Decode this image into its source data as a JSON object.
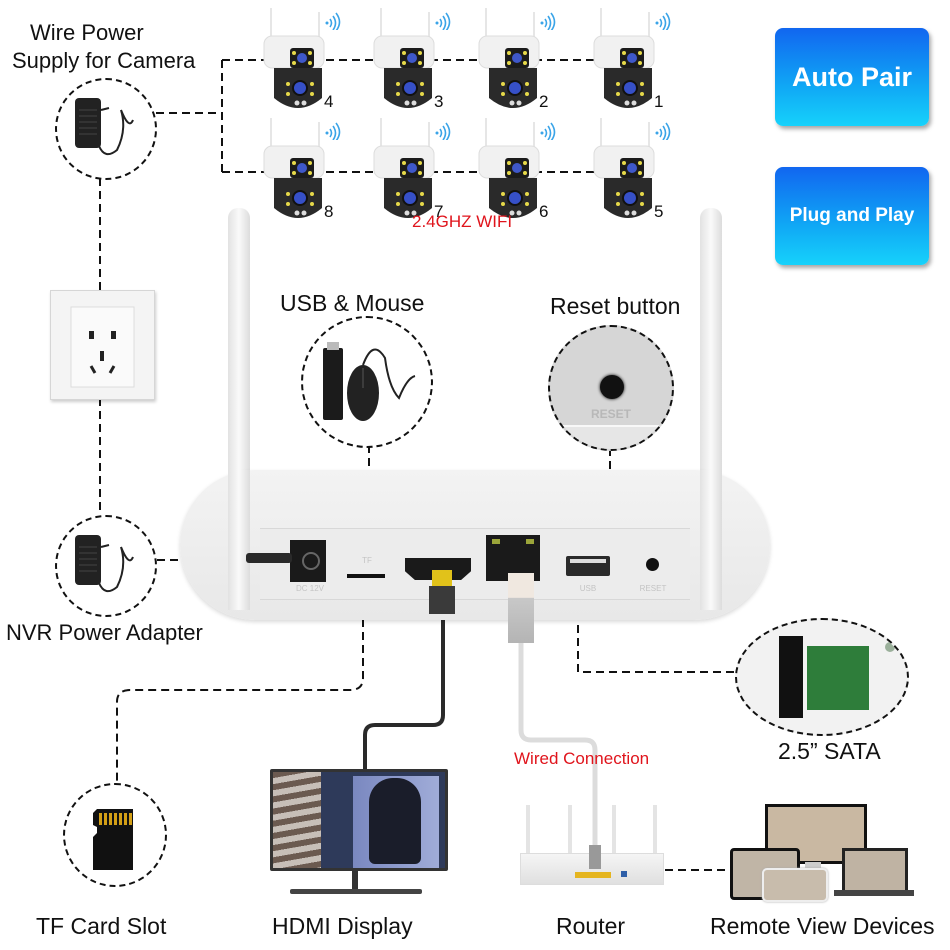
{
  "labels": {
    "wire_power_line1": "Wire Power",
    "wire_power_line2": "Supply for Camera",
    "wifi": "2.4GHZ WIFI",
    "usb_mouse": "USB & Mouse",
    "reset_button": "Reset button",
    "nvr_power_adapter": "NVR Power Adapter",
    "sata": "2.5” SATA",
    "wired_connection": "Wired Connection",
    "tf_card_slot": "TF Card Slot",
    "hdmi_display": "HDMI Display",
    "router": "Router",
    "remote_view_devices": "Remote View Devices"
  },
  "badges": {
    "auto_pair": "Auto Pair",
    "plug_and_play": "Plug and Play"
  },
  "cameras": {
    "top_row": [
      "4",
      "3",
      "2",
      "1"
    ],
    "bottom_row": [
      "8",
      "7",
      "6",
      "5"
    ]
  },
  "nvr_ports": {
    "dc": "DC 12V",
    "tf": "TF",
    "usb": "USB",
    "reset": "RESET"
  },
  "reset_closeup_text": "RESET",
  "colors": {
    "badge_top": "#1166f0",
    "badge_bottom": "#16d2fb",
    "accent_red": "#e0141c",
    "wifi_icon": "#3aa4e8"
  }
}
